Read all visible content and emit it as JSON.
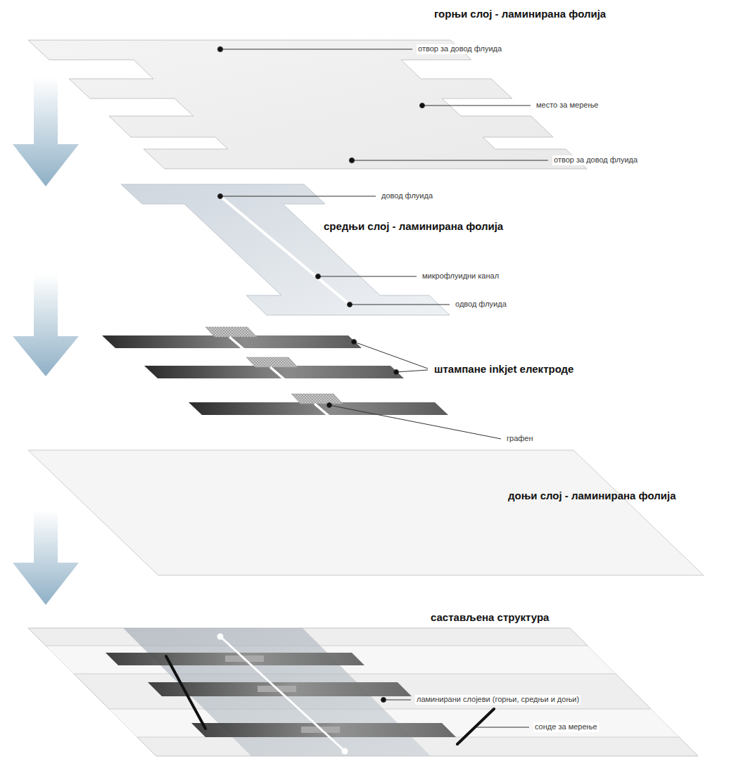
{
  "diagram": {
    "labels": [
      "горњи слој - ламинирана фолија",
      "отвор за довод флуида",
      "место за мерење",
      "отвор за довод флуида",
      "довод флуида",
      "средњи слој - ламинирана фолија",
      "микрофлуидни канал",
      "одвод флуида",
      "штампане inkjet електроде",
      "графен",
      "доњи слој - ламинирана фолија",
      "састављена структура",
      "ламинирани слојеви (горњи, средњи и доњи)",
      "сонде за мерење"
    ]
  }
}
